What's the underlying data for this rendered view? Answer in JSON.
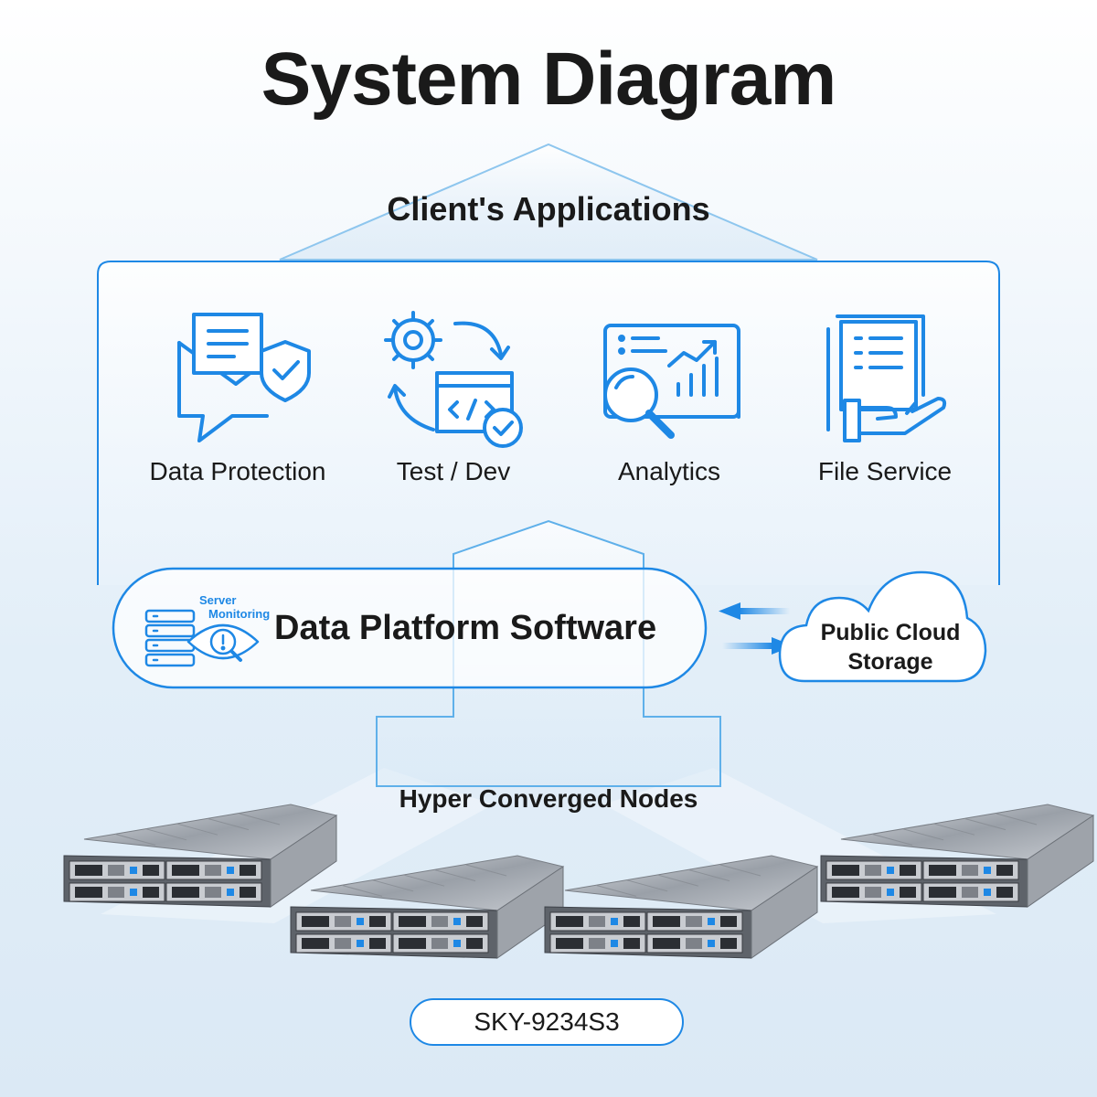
{
  "title": "System Diagram",
  "client_applications": {
    "label": "Client's Applications",
    "items": [
      {
        "label": "Data Protection",
        "icon": "envelope-shield-icon"
      },
      {
        "label": "Test / Dev",
        "icon": "gear-code-cycle-icon"
      },
      {
        "label": "Analytics",
        "icon": "magnifier-chart-icon"
      },
      {
        "label": "File Service",
        "icon": "document-hand-icon"
      }
    ]
  },
  "platform": {
    "label": "Data Platform Software",
    "icon": "server-monitoring-icon",
    "icon_text_line1": "Server",
    "icon_text_line2": "Monitoring"
  },
  "cloud": {
    "line1": "Public Cloud",
    "line2": "Storage",
    "icon": "cloud-icon"
  },
  "nodes": {
    "label": "Hyper Converged Nodes",
    "count": 4,
    "model": "SKY-9234S3"
  },
  "colors": {
    "accent": "#1e88e5",
    "text": "#1a1a1a",
    "background": "#e8f2fa"
  }
}
